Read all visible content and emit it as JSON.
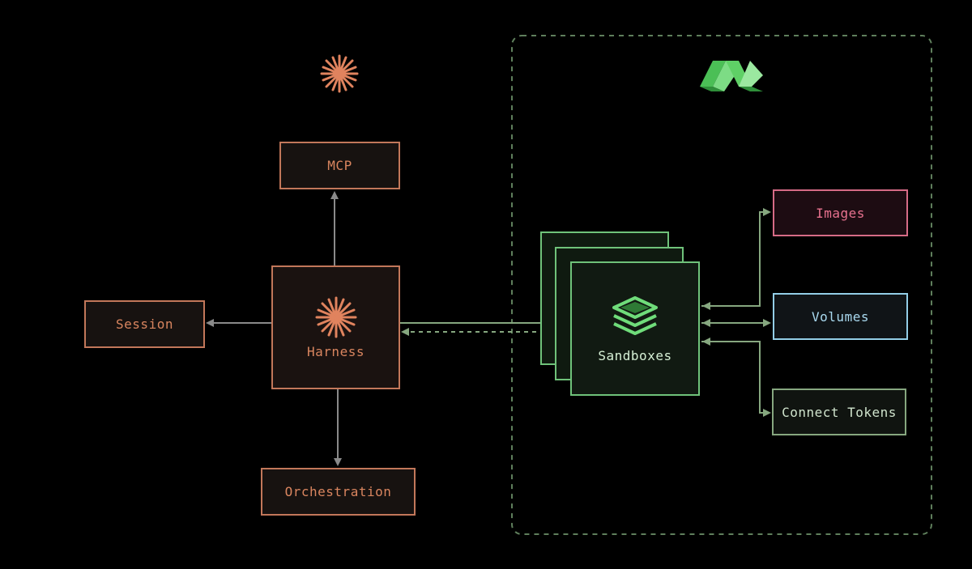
{
  "diagram": {
    "nodes": {
      "mcp": "MCP",
      "session": "Session",
      "harness": "Harness",
      "orchestration": "Orchestration",
      "sandboxes": "Sandboxes",
      "images": "Images",
      "volumes": "Volumes",
      "connect_tokens": "Connect Tokens"
    },
    "icons": {
      "top_left": "starburst-logo-icon",
      "top_right": "m-logo-icon",
      "harness": "starburst-icon",
      "sandboxes": "layers-icon"
    },
    "colors": {
      "background": "#000000",
      "orange": "#c2775a",
      "green": "#6fc27a",
      "pink": "#d66b86",
      "blue": "#93cde6",
      "sage": "#86a77f",
      "gray_arrow": "#8a8a8a",
      "dashed_border": "#5f7f5c"
    }
  }
}
